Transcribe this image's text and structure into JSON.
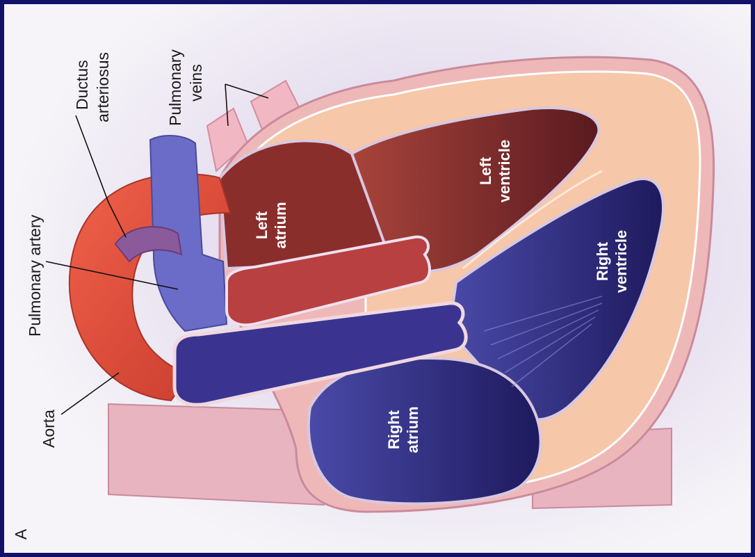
{
  "panel_letter": "A",
  "labels": {
    "ductus_line1": "Ductus",
    "ductus_line2": "arteriosus",
    "pulm_veins_line1": "Pulmonary",
    "pulm_veins_line2": "veins",
    "pulm_artery": "Pulmonary artery",
    "aorta": "Aorta"
  },
  "chambers": {
    "left_atrium_line1": "Left",
    "left_atrium_line2": "atrium",
    "left_ventricle_line1": "Left",
    "left_ventricle_line2": "ventricle",
    "right_ventricle_line1": "Right",
    "right_ventricle_line2": "ventricle",
    "right_atrium_line1": "Right",
    "right_atrium_line2": "atrium"
  },
  "colors": {
    "background": "#12126a",
    "oxygenated": "#e8503a",
    "deoxygenated": "#3a3490",
    "myocardium": "#f6c7a8",
    "left_chamber": "#7a2a28",
    "right_chamber": "#2a2474"
  }
}
